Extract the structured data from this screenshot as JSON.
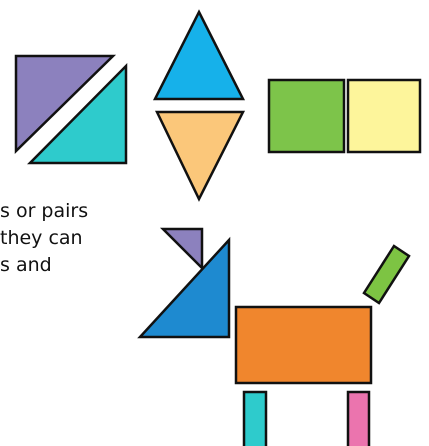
{
  "text_fragment": {
    "lines": [
      "s or pairs",
      " they can",
      "s and"
    ]
  },
  "colors": {
    "purple": "#8c81be",
    "teal": "#2ecbcc",
    "sky_blue": "#16b1ea",
    "peach": "#fbc77a",
    "green": "#7dc44a",
    "pale_yellow": "#fdf59b",
    "blue": "#1e8ad0",
    "orange": "#f0862d",
    "lime": "#7dc443",
    "pink": "#eb74ae",
    "outline": "#111111"
  }
}
